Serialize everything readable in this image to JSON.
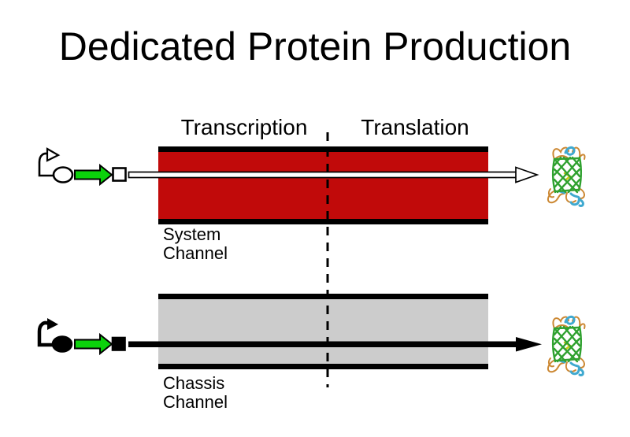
{
  "title": "Dedicated Protein Production",
  "phases": {
    "transcription": "Transcription",
    "translation": "Translation"
  },
  "channels": {
    "system": {
      "name_line1": "System",
      "name_line2": "Channel",
      "fill": "#C10A0A"
    },
    "chassis": {
      "name_line1": "Chassis",
      "name_line2": "Channel",
      "fill": "#CCCCCC"
    }
  },
  "colors": {
    "background": "#FFFFFF",
    "channel_bar_black": "#000000",
    "gene_arrow_green": "#0BD20B",
    "protein_strand_green": "#2FA12F",
    "protein_loop_orange": "#CC8833",
    "protein_helix_cyan": "#3FA9D0",
    "protein_chromophore_yellow": "#C8C814"
  },
  "icons": {
    "promoter_open": "bent-arrow-outline",
    "promoter_filled": "bent-arrow-filled",
    "operator_open": "ellipse-outline",
    "operator_filled": "ellipse-filled",
    "gene": "green-right-arrow",
    "terminator_open": "square-outline",
    "terminator_filled": "square-filled",
    "transcript_open": "long-white-arrow",
    "transcript_filled": "long-black-arrow",
    "product": "gfp-beta-barrel"
  }
}
